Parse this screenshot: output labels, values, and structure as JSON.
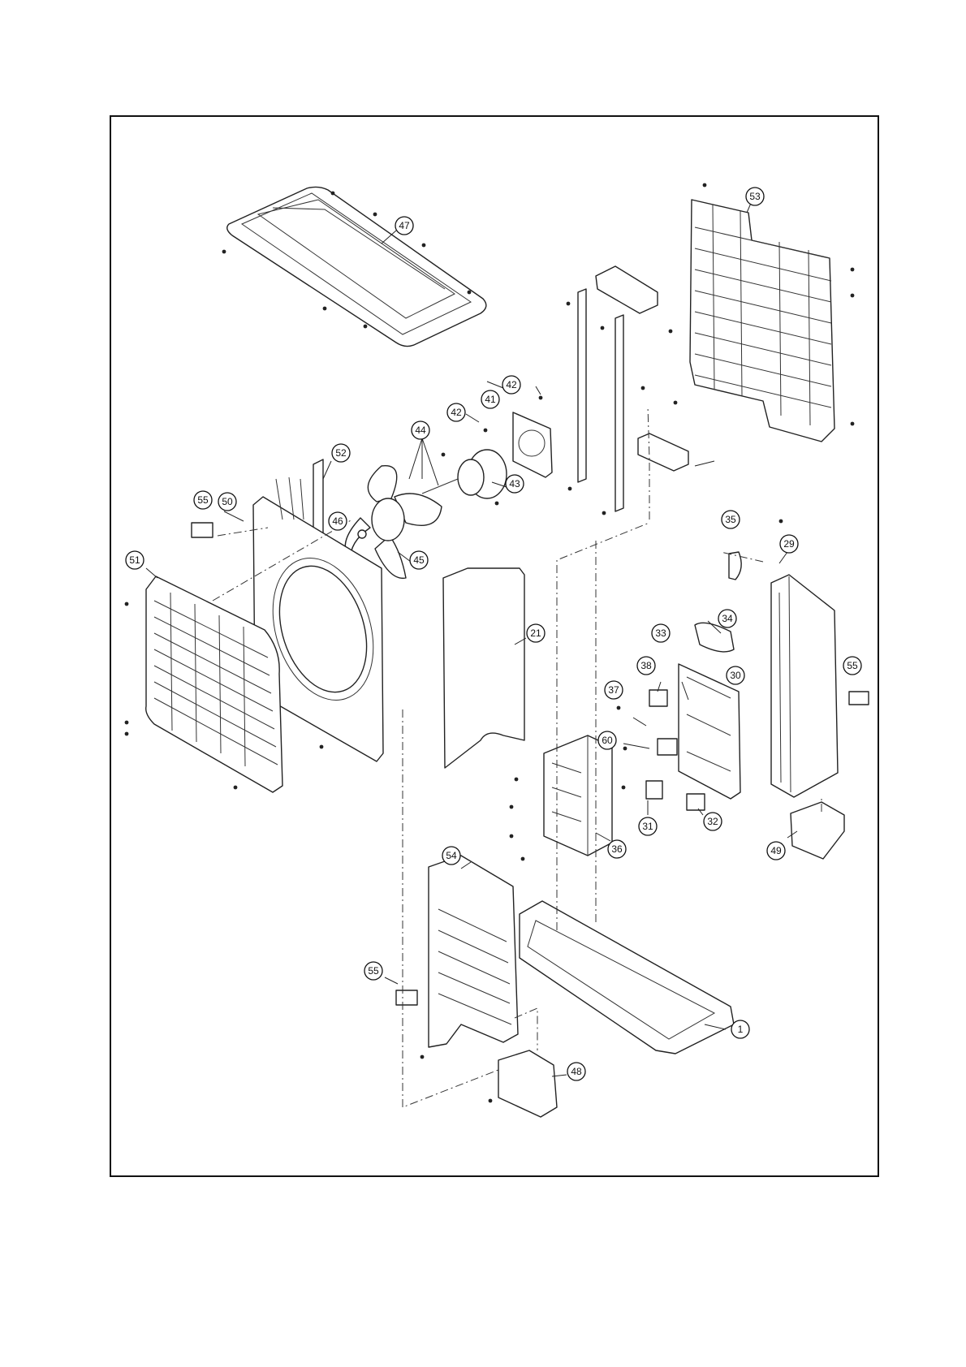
{
  "callouts": [
    "47",
    "53",
    "42",
    "42",
    "41",
    "44",
    "43",
    "52",
    "55",
    "50",
    "46",
    "45",
    "51",
    "21",
    "35",
    "29",
    "34",
    "33",
    "38",
    "37",
    "30",
    "55",
    "60",
    "31",
    "32",
    "36",
    "49",
    "54",
    "55",
    "1",
    "48"
  ]
}
